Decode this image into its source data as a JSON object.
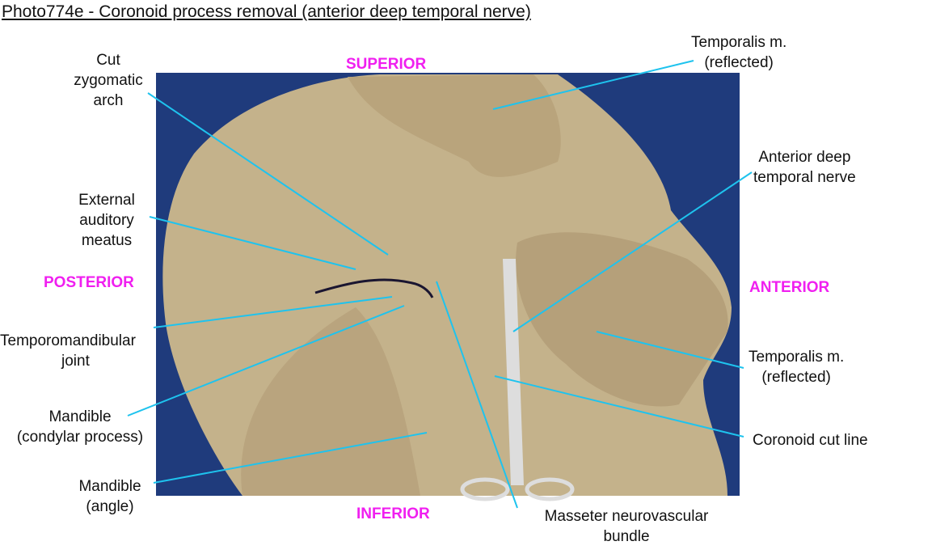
{
  "title": "Photo774e - Coronoid process removal (anterior deep temporal nerve)",
  "directions": {
    "superior": "SUPERIOR",
    "inferior": "INFERIOR",
    "posterior": "POSTERIOR",
    "anterior": "ANTERIOR"
  },
  "labels": {
    "temporalis_top": [
      "Temporalis m.",
      "(reflected)"
    ],
    "cut_zygomatic_arch": [
      "Cut",
      "zygomatic",
      "arch"
    ],
    "external_auditory_meatus": [
      "External",
      "auditory",
      "meatus"
    ],
    "anterior_deep_temporal_nerve": [
      "Anterior deep",
      "temporal nerve"
    ],
    "temporomandibular_joint": [
      "Temporomandibular",
      "joint"
    ],
    "temporalis_lower": [
      "Temporalis m.",
      "(reflected)"
    ],
    "mandible_condylar": [
      "Mandible",
      "(condylar process)"
    ],
    "coronoid_cut_line": [
      "Coronoid cut line"
    ],
    "mandible_angle": [
      "Mandible",
      "(angle)"
    ],
    "masseter_bundle": [
      "Masseter neurovascular",
      "bundle"
    ]
  },
  "colors": {
    "leader": "#1ec3ee",
    "direction": "#f01ff0",
    "background": "#1e3a7a",
    "tissue": "#c7b58e"
  }
}
